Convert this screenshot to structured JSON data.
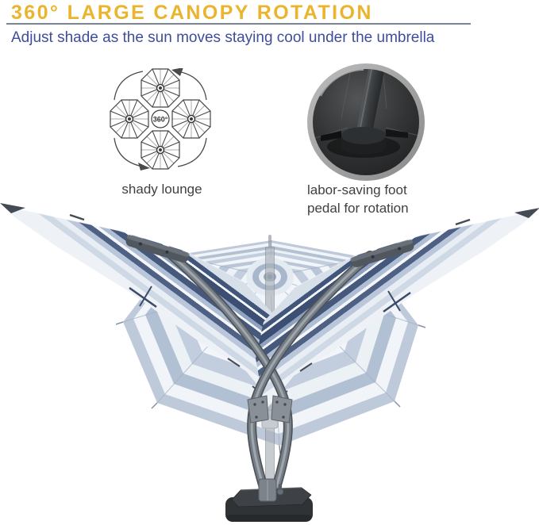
{
  "header": {
    "title": "360° LARGE CANOPY ROTATION",
    "subtitle": "Adjust shade as the sun moves staying cool under the umbrella",
    "title_color": "#EBB42D",
    "subtitle_color": "#3F4D9B",
    "divider_color": "#7A8494"
  },
  "features": {
    "caption_color": "#3E4043",
    "rotation_diagram": {
      "degree_label": "360°",
      "caption": "shady lounge"
    },
    "pedal_photo": {
      "caption": "labor-saving foot pedal for rotation"
    }
  },
  "illustration": {
    "canopy_stripe_navy": "#3F5274",
    "canopy_stripe_light": "#C9D4E3",
    "canopy_stripe_white": "#F2F5F9",
    "pole_color": "#757C83",
    "base_color": "#2F3336"
  }
}
